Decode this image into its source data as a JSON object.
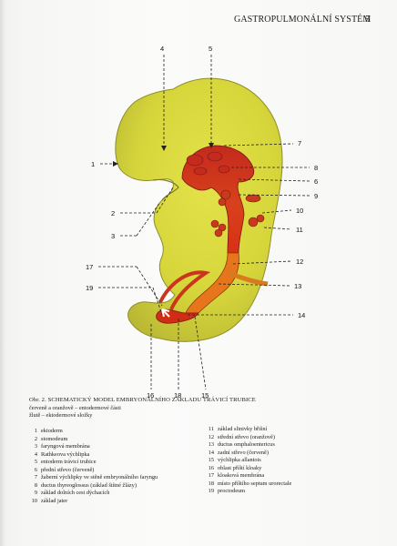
{
  "header": {
    "title": "GASTROPULMONÁLNÍ SYSTÉM",
    "page_number": "5"
  },
  "figure": {
    "labels": [
      "1",
      "2",
      "3",
      "4",
      "5",
      "6",
      "7",
      "8",
      "9",
      "10",
      "11",
      "12",
      "13",
      "14",
      "15",
      "16",
      "17",
      "18",
      "19"
    ]
  },
  "caption": {
    "title": "Obr. 2. SCHEMATICKÝ MODEL EMBRYONÁLNÍHO ZÁKLADU TRÁVICÍ TRUBICE",
    "line1": "červeně a oranžově – entodermové části",
    "line2": "žlutě – ektodermové složky"
  },
  "legend_left": [
    {
      "n": "1",
      "text": "ektoderm"
    },
    {
      "n": "2",
      "text": "stomodeum"
    },
    {
      "n": "3",
      "text": "faryngová membrána"
    },
    {
      "n": "4",
      "text": "Rathkeova výchlipka"
    },
    {
      "n": "5",
      "text": "entoderm trávicí trubice"
    },
    {
      "n": "6",
      "text": "přední střevo (červeně)"
    },
    {
      "n": "7",
      "text": "žaberní výchlipky ve stěně embryonálního faryngu"
    },
    {
      "n": "8",
      "text": "ductus thyreoglossus (základ štítné žlázy)"
    },
    {
      "n": "9",
      "text": "základ dolních cest dýchacích"
    },
    {
      "n": "10",
      "text": "základ jater"
    }
  ],
  "legend_right": [
    {
      "n": "11",
      "text": "základ slinivky břišní"
    },
    {
      "n": "12",
      "text": "střední střevo (oranžově)"
    },
    {
      "n": "13",
      "text": "ductus omphaloentericus"
    },
    {
      "n": "14",
      "text": "zadní střevo (červeně)"
    },
    {
      "n": "15",
      "text": "výchlipka allantois"
    },
    {
      "n": "16",
      "text": "oblast příští kloaky"
    },
    {
      "n": "17",
      "text": "kloaková membrána"
    },
    {
      "n": "18",
      "text": "místo příštího septum urorectale"
    },
    {
      "n": "19",
      "text": "proctodeum"
    }
  ]
}
